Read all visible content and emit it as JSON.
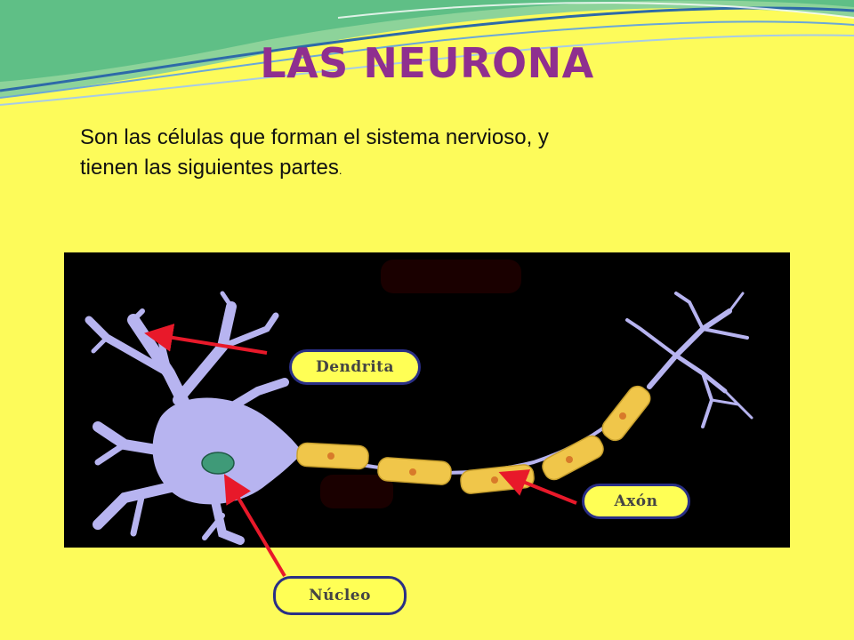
{
  "slide": {
    "title": "LAS NEURONA",
    "intro_line1": "Son las células que forman el sistema nervioso,  y",
    "intro_line2": "tienen las siguientes partes",
    "intro_dot": "."
  },
  "diagram": {
    "labels": {
      "dendrita": "Dendrita",
      "axon": "Axón",
      "nucleo": "Núcleo"
    },
    "colors": {
      "background": "#fdfb5a",
      "title": "#8f2f8f",
      "neuron_body": "#b7b4f0",
      "myelin": "#f0c64a",
      "nucleus": "#3f9a78",
      "arrow": "#e8192a",
      "label_fill": "#ffff55",
      "label_border": "#2a2f86"
    }
  }
}
